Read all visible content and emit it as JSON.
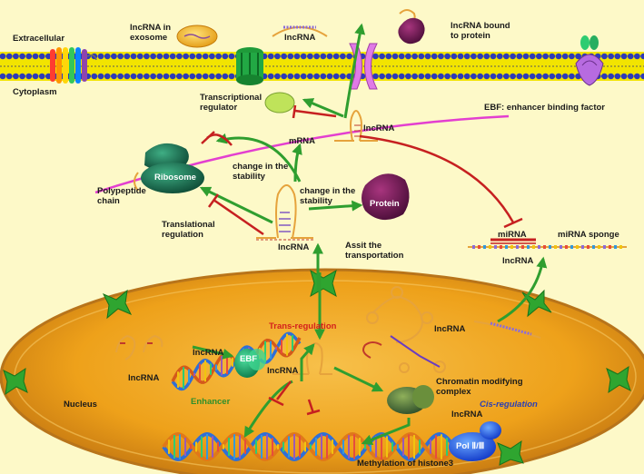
{
  "labels": {
    "extracellular": "Extracellular",
    "cytoplasm": "Cytoplasm",
    "lncrna_in_exosome": "lncRNA in\nexosome",
    "lncrna_top": "lncRNA",
    "lncrna_bound_protein": "lncRNA bound\nto protein",
    "ebf_definition": "EBF: enhancer binding factor",
    "transcriptional_regulator": "Transcriptional\nregulator",
    "lncrna_upper": "lncRNA",
    "mrna": "mRNA",
    "change_stability_1": "change in the\nstability",
    "ribosome": "Ribosome",
    "polypeptide_chain": "Polypeptide\nchain",
    "change_stability_2": "change in the\nstability",
    "protein": "Protein",
    "translational_regulation": "Translational\nregulation",
    "lncrna_mid": "lncRNA",
    "assist_transport": "Assit the\ntransportation",
    "mirna": "miRNA",
    "mirna_sponge": "miRNA sponge",
    "lncrna_sponge": "lncRNA",
    "trans_regulation": "Trans-regulation",
    "lncrna_nucleus_right": "lncRNA",
    "lncrna_nucleus_left_top": "lncRNA",
    "ebf": "EBF",
    "lncrna_nucleus_left": "lncRNA",
    "lncrna_nucleus_center": "lncRNA",
    "enhancer": "Enhancer",
    "chromatin_modifying_complex": "Chromatin modifying\ncomplex",
    "nucleus": "Nucleus",
    "cis_regulation": "Cis-regulation",
    "lncrna_nucleus_lower": "lncRNA",
    "pol": "Pol Ⅱ/Ⅲ",
    "methylation": "Methylation of histone3"
  },
  "colors": {
    "background": "#fdf9c8",
    "membrane_yellow": "#f2e400",
    "membrane_blue": "#2d3ab8",
    "nucleus_fill": "#efa51a",
    "nucleus_edge": "#b8741a",
    "activation_arrow": "#2f9e2f",
    "inhibition": "#c62020",
    "mrna_strand": "#e33fd0"
  }
}
